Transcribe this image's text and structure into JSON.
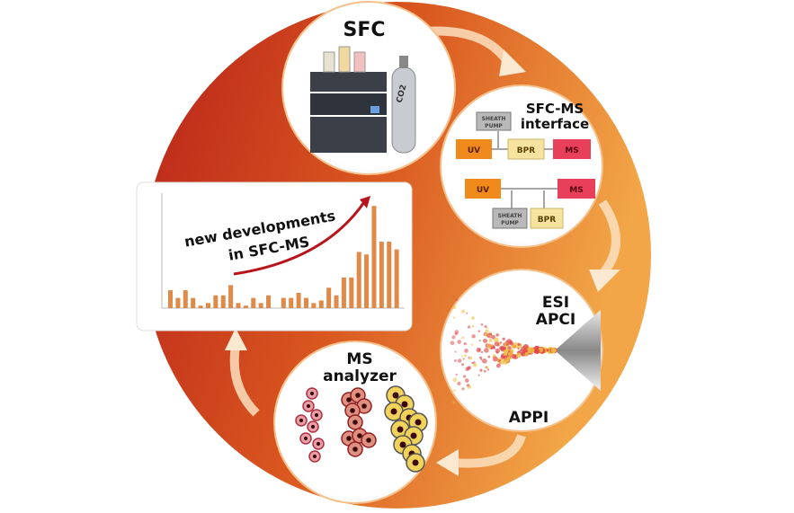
{
  "colors": {
    "ring_left": "#c62d1f",
    "ring_right": "#f0a040",
    "uv": "#f08a1c",
    "bpr": "#f6e3a0",
    "ms": "#e8405a",
    "pump": "#b9b9b9"
  },
  "sfc": {
    "title": "SFC",
    "cylinder_label": "CO2"
  },
  "interface": {
    "title_line1": "SFC-MS",
    "title_line2": "interface",
    "sheath_pump_line1": "SHEATH",
    "sheath_pump_line2": "PUMP",
    "uv": "UV",
    "bpr": "BPR",
    "ms": "MS"
  },
  "ionization": {
    "esi": "ESI",
    "apci": "APCI",
    "appi": "APPI"
  },
  "analyzer": {
    "title_line1": "MS",
    "title_line2": "analyzer"
  },
  "inset_chart": {
    "annotation_line1": "new developments",
    "annotation_line2": "in SFC-MS",
    "type": "bar",
    "values": [
      7,
      4,
      7,
      4,
      1,
      2,
      5,
      5,
      9,
      2,
      1,
      4,
      2,
      5,
      0,
      4,
      4,
      6,
      4,
      2,
      3,
      8,
      5,
      12,
      12,
      22,
      21,
      40,
      26,
      26,
      23
    ],
    "ylim": [
      0,
      45
    ],
    "bar_color": "#e08a4a"
  }
}
